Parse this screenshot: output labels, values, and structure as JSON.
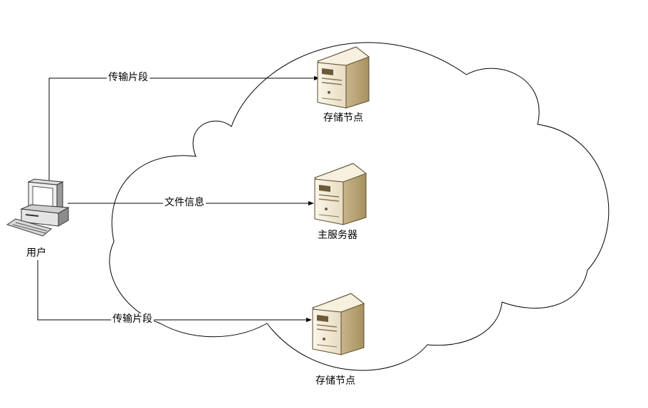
{
  "nodes": {
    "user": {
      "label": "用户"
    },
    "storage_top": {
      "label": "存储节点"
    },
    "master": {
      "label": "主服务器"
    },
    "storage_bottom": {
      "label": "存储节点"
    }
  },
  "edges": {
    "to_storage_top": {
      "label": "传输片段"
    },
    "to_master": {
      "label": "文件信息"
    },
    "to_storage_bottom": {
      "label": "传输片段"
    }
  },
  "colors": {
    "line": "#000000",
    "server_light": "#f3ead6",
    "server_dark": "#b8a27a"
  }
}
